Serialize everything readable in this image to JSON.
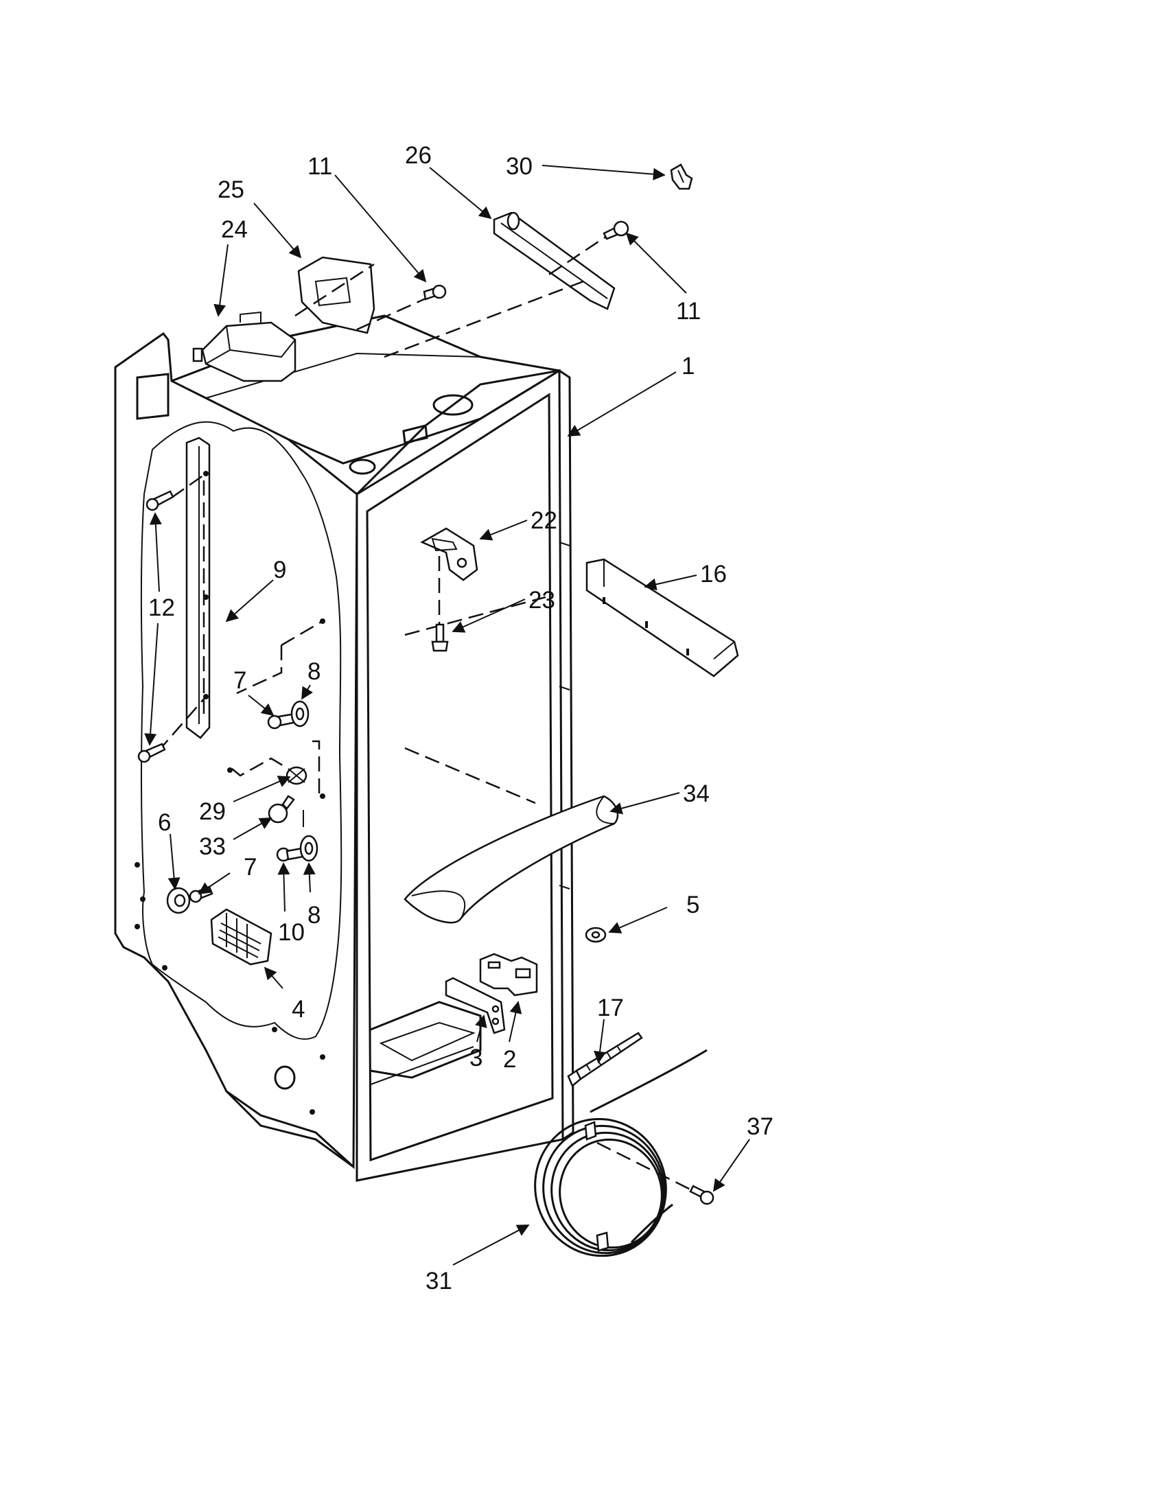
{
  "callouts": {
    "c1": "1",
    "c2": "2",
    "c3": "3",
    "c4": "4",
    "c5": "5",
    "c6": "6",
    "c7a": "7",
    "c7b": "7",
    "c8a": "8",
    "c8b": "8",
    "c9": "9",
    "c10": "10",
    "c11a": "11",
    "c11b": "11",
    "c12": "12",
    "c16": "16",
    "c17": "17",
    "c22": "22",
    "c23": "23",
    "c24": "24",
    "c25": "25",
    "c26": "26",
    "c29": "29",
    "c30": "30",
    "c31": "31",
    "c33": "33",
    "c34": "34",
    "c37": "37"
  }
}
